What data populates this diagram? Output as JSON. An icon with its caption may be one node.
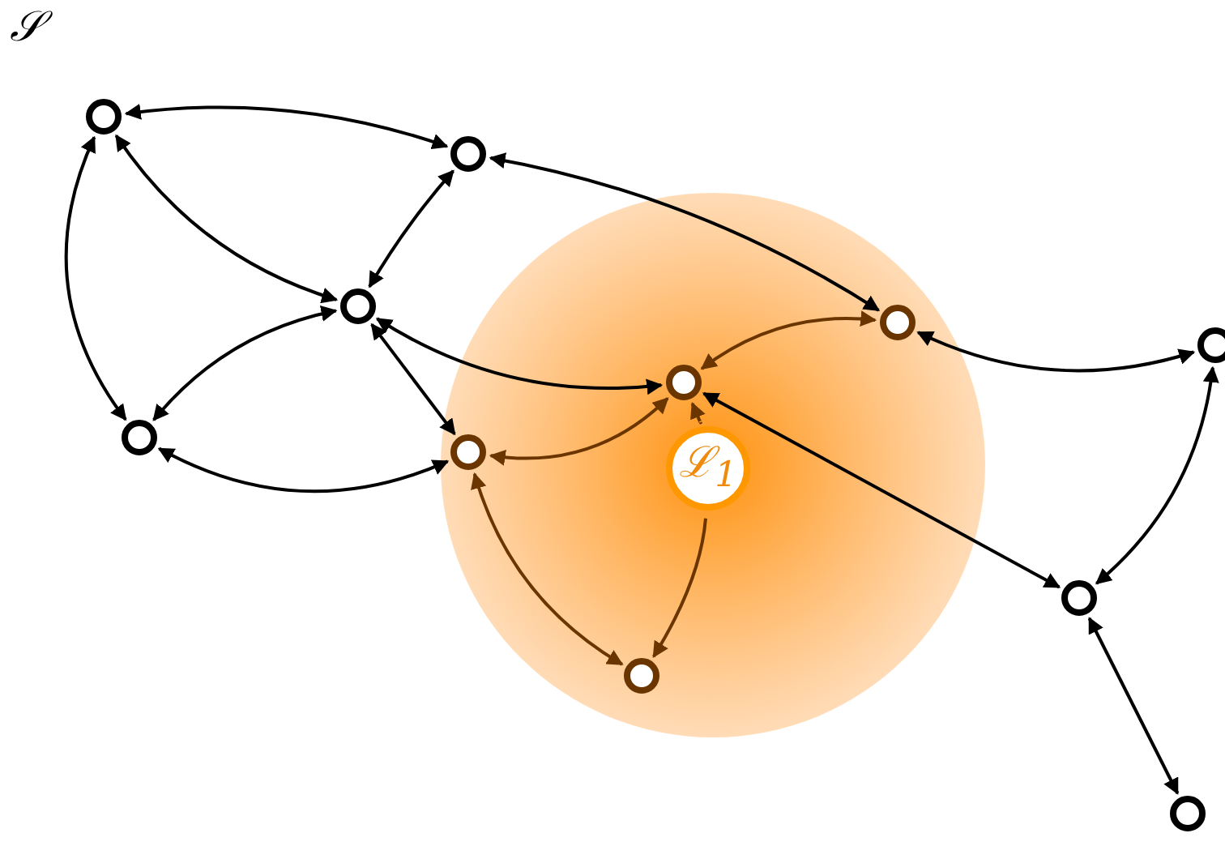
{
  "diagram": {
    "nodes": [
      {
        "text": [],
        "shape": "circle"
      },
      {
        "text": [],
        "shape": "circle"
      },
      {
        "text": [],
        "shape": "circle"
      },
      {
        "text": [],
        "shape": "circle"
      },
      {
        "text": [],
        "shape": "circle"
      },
      {
        "text": [],
        "shape": "circle"
      },
      {
        "text": [],
        "shape": "circle"
      },
      {
        "text": [],
        "shape": "circle"
      },
      {
        "text": [
          "ℒ$_{1}$"
        ]
      },
      {
        "text": [],
        "shape": "circle"
      },
      {
        "text": [],
        "shape": "circle"
      },
      {
        "text": [],
        "shape": "circle"
      }
    ],
    "edges": [
      {
        "from": 0,
        "to": 1,
        "arrow": "both"
      },
      {
        "from": 0,
        "to": 2,
        "arrow": "both"
      },
      {
        "from": 0,
        "to": 6,
        "arrow": "both"
      },
      {
        "from": 1,
        "to": 2,
        "arrow": "both"
      },
      {
        "from": 1,
        "to": 3,
        "arrow": "both"
      },
      {
        "from": 2,
        "to": 6,
        "arrow": "both"
      },
      {
        "from": 2,
        "to": 5,
        "arrow": "both"
      },
      {
        "from": 2,
        "to": 7,
        "arrow": "both"
      },
      {
        "from": 6,
        "to": 7,
        "arrow": "both"
      },
      {
        "from": 7,
        "to": 5,
        "arrow": "both",
        "color": "#6b3500"
      },
      {
        "from": 5,
        "to": 3,
        "arrow": "both",
        "color": "#6b3500"
      },
      {
        "from": 3,
        "to": 4,
        "arrow": "both"
      },
      {
        "from": 4,
        "to": 9,
        "arrow": "both"
      },
      {
        "from": 9,
        "to": 11,
        "arrow": "both"
      },
      {
        "from": 7,
        "to": 10,
        "arrow": "both",
        "color": "#6b3500"
      },
      {
        "from": 5,
        "to": 9,
        "arrow": "both"
      },
      {
        "from": 8,
        "to": 5,
        "arrow": "to",
        "color": "#6b3500"
      },
      {
        "from": 8,
        "to": 10,
        "arrow": "to",
        "color": "#6b3500"
      }
    ],
    "labels": [
      "𝒮"
    ]
  }
}
